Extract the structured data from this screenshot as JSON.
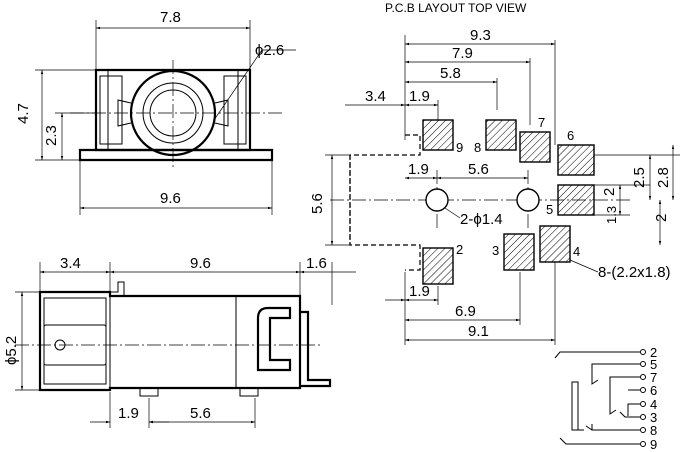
{
  "title": "P.C.B LAYOUT  TOP VIEW",
  "front_view": {
    "width_top": "7.8",
    "width_bottom": "9.6",
    "height_total": "4.7",
    "height_center": "2.3",
    "hole_dia": "ϕ2.6"
  },
  "side_view": {
    "dim_left": "3.4",
    "dim_mid": "9.6",
    "dim_right": "1.6",
    "dia": "ϕ5.2",
    "pin_offset": "1.9",
    "pin_spacing": "5.6"
  },
  "pcb": {
    "top_dims": [
      "9.3",
      "7.9",
      "5.8",
      "3.4",
      "1.9"
    ],
    "mid_dims": [
      "1.9",
      "5.6"
    ],
    "height_left": "5.6",
    "right_dims": [
      "2.5",
      "2.8",
      "2",
      "1.3",
      "2"
    ],
    "bottom_dims": [
      "1.9",
      "6.9",
      "9.1"
    ],
    "hole_label": "2-ϕ1.4",
    "pad_label": "8-(2.2x1.8)",
    "pad_numbers": [
      "9",
      "8",
      "7",
      "6",
      "5",
      "4",
      "3",
      "2"
    ]
  },
  "schematic": {
    "pins": [
      "2",
      "5",
      "7",
      "6",
      "4",
      "3",
      "8",
      "9"
    ]
  }
}
